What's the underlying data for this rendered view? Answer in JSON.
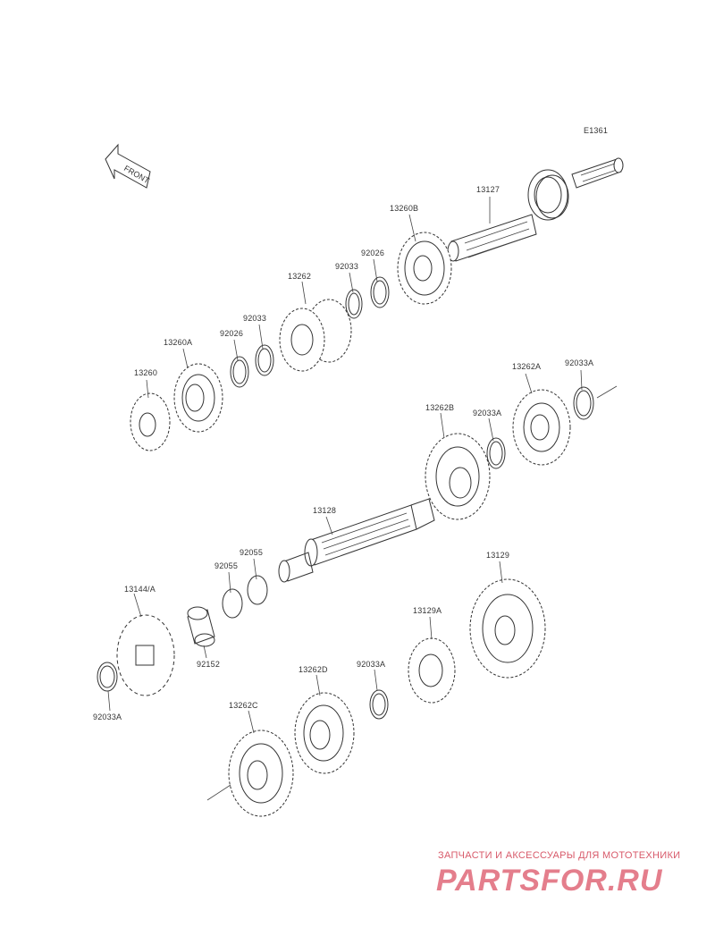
{
  "diagram": {
    "reference": "E1361",
    "direction_arrow": "FRONT",
    "icon": "gear-icon",
    "accent_color": "#333333",
    "watermark_color": "#e06878"
  },
  "labels": {
    "p13127": "13127",
    "p13260B": "13260B",
    "p92026a": "92026",
    "p92033a": "92033",
    "p13262": "13262",
    "p92033b": "92033",
    "p92026b": "92026",
    "p13260A": "13260A",
    "p13260": "13260",
    "p13262A": "13262A",
    "p92033A_a": "92033A",
    "p13262B": "13262B",
    "p92033A_b": "92033A",
    "p13128": "13128",
    "p92055a": "92055",
    "p92055b": "92055",
    "p13144A": "13144/A",
    "p92152": "92152",
    "p92033A_c": "92033A",
    "p13129": "13129",
    "p13129A": "13129A",
    "p92033A_d": "92033A",
    "p13262D": "13262D",
    "p13262C": "13262C"
  },
  "watermark": {
    "tagline": "ЗАПЧАСТИ И АКСЕССУАРЫ ДЛЯ МОТОТЕХНИКИ",
    "logo": "PARTSFOR.RU"
  }
}
